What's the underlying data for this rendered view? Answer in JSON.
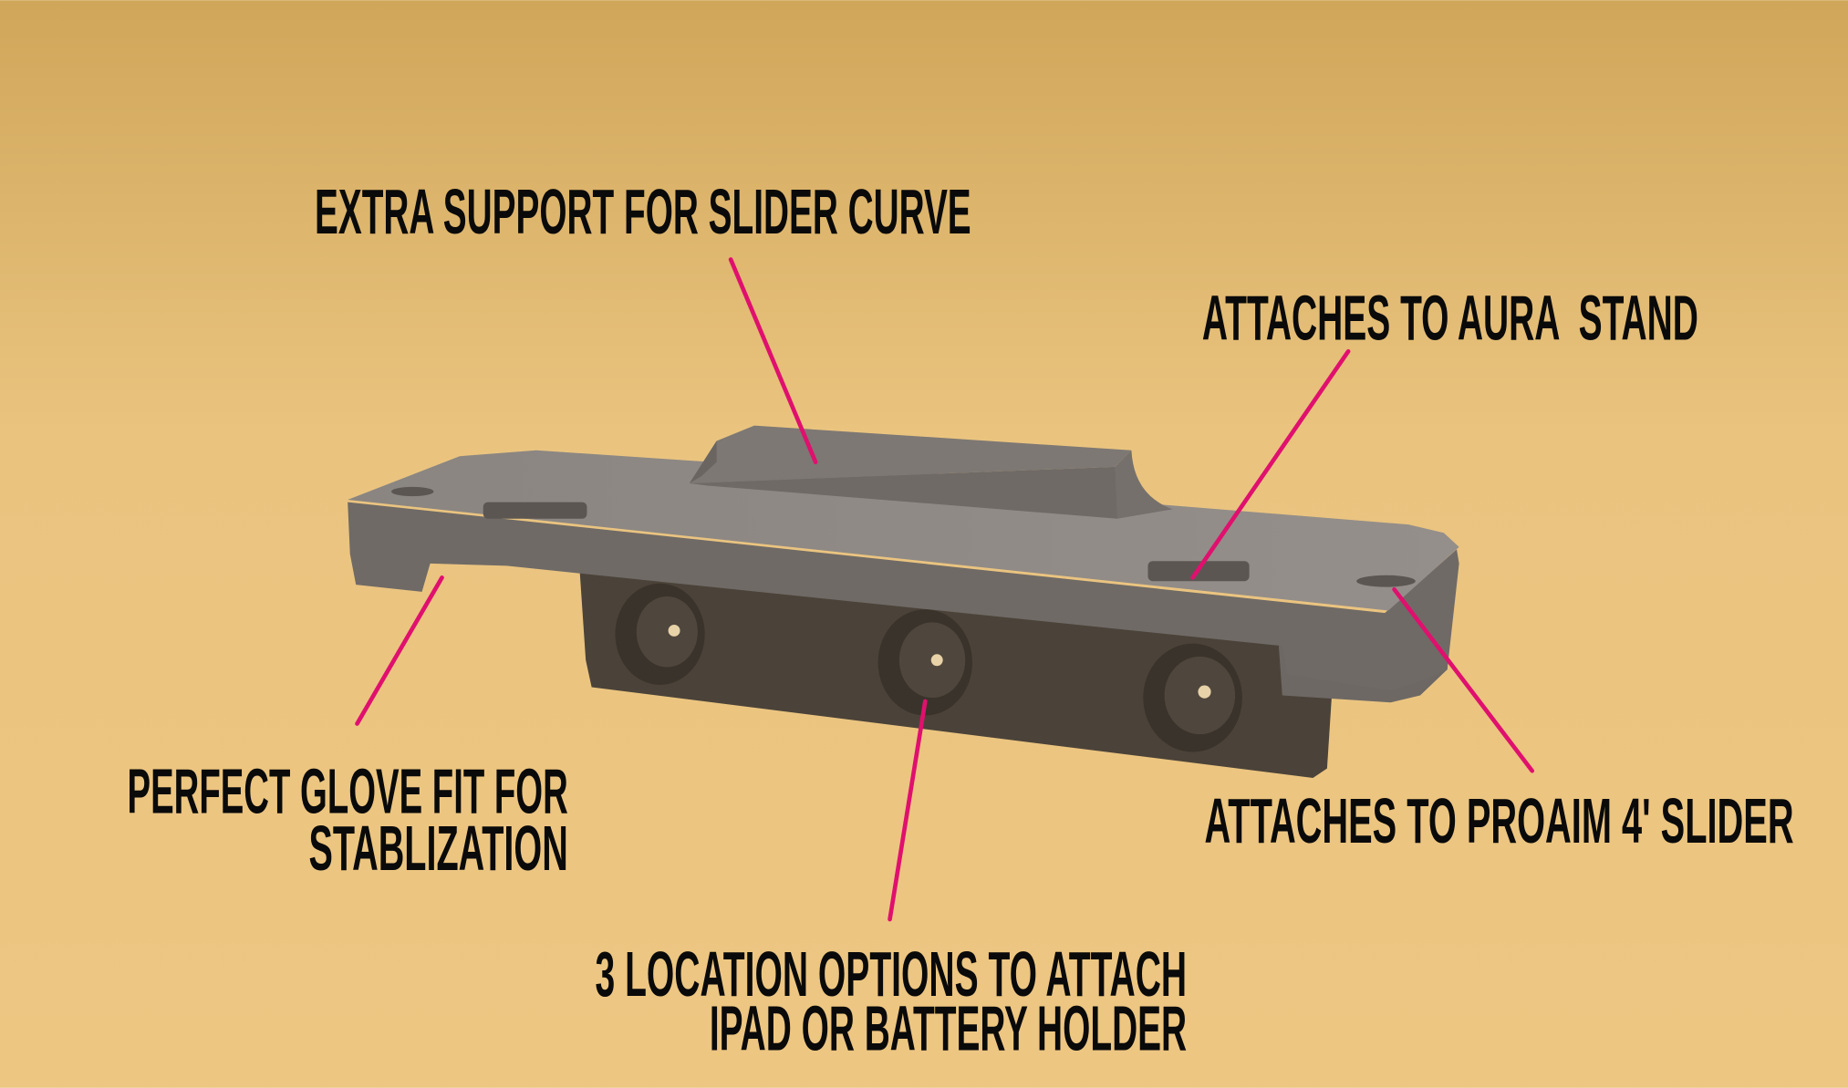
{
  "title": "Slider mount bracket feature callouts",
  "colors": {
    "background_top": "#d0a65a",
    "background_bottom": "#edc682",
    "callout_line": "#e0106e",
    "text": "#0a0a0a"
  },
  "callouts": {
    "slider_curve": {
      "line1": "EXTRA SUPPORT FOR SLIDER CURVE"
    },
    "aura_stand": {
      "line1": "ATTACHES TO AURA  STAND"
    },
    "glove_fit": {
      "line1": "PERFECT GLOVE FIT FOR",
      "line2": "STABLIZATION"
    },
    "proaim_slider": {
      "line1": "ATTACHES TO PROAIM 4' SLIDER"
    },
    "location_options": {
      "line1": "3 LOCATION OPTIONS TO ATTACH",
      "line2": "IPAD OR BATTERY HOLDER"
    }
  }
}
